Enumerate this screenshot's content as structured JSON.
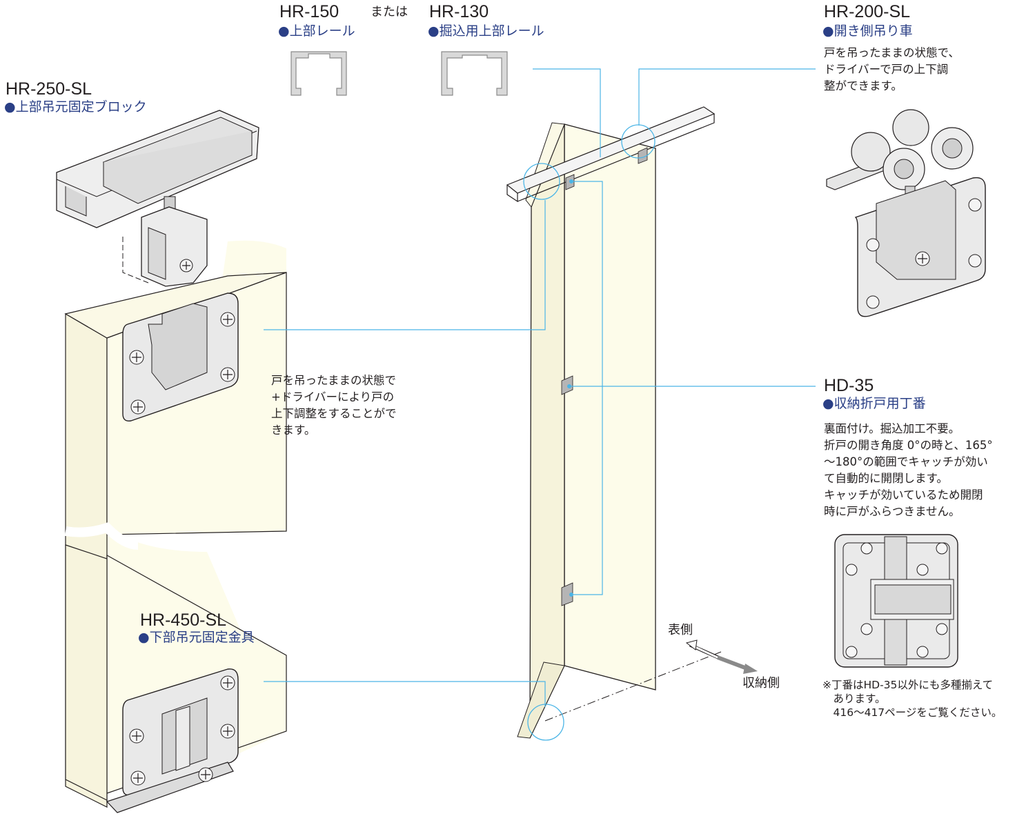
{
  "colors": {
    "door": "#fdfcea",
    "door_side": "#f4f1d8",
    "metal": "#e9e9e9",
    "metal_dark": "#a8a8a8",
    "line": "#231f20",
    "leader": "#4bb5e6",
    "accent_text": "#2a3f86"
  },
  "rail_hr150": {
    "code": "HR-150",
    "name": "●上部レール"
  },
  "or_text": "または",
  "rail_hr130": {
    "code": "HR-130",
    "name": "●掘込用上部レール"
  },
  "hr250": {
    "code": "HR-250-SL",
    "name": "●上部吊元固定ブロック"
  },
  "hr200": {
    "code": "HR-200-SL",
    "name": "●開き側吊り車",
    "note": [
      "戸を吊ったままの状態で、",
      "ドライバーで戸の上下調",
      "整ができます。"
    ]
  },
  "block_note": [
    "戸を吊ったままの状態で",
    "+ドライバーにより戸の",
    "上下調整をすることがで",
    "きます。"
  ],
  "hd35": {
    "code": "HD-35",
    "name": "●収納折戸用丁番",
    "note": [
      "裏面付け。掘込加工不要。",
      "折戸の開き角度 0°の時と、165°",
      "～180°の範囲でキャッチが効い",
      "て自動的に開閉します。",
      "キャッチが効いているため開閉",
      "時に戸がふらつきません。"
    ]
  },
  "hr450": {
    "code": "HR-450-SL",
    "name": "●下部吊元固定金具"
  },
  "direction": {
    "front": "表側",
    "storage": "収納側"
  },
  "footnote": [
    "※丁番はHD-35以外にも多種揃えて",
    "　あります。",
    "　416～417ページをご覧ください。"
  ]
}
